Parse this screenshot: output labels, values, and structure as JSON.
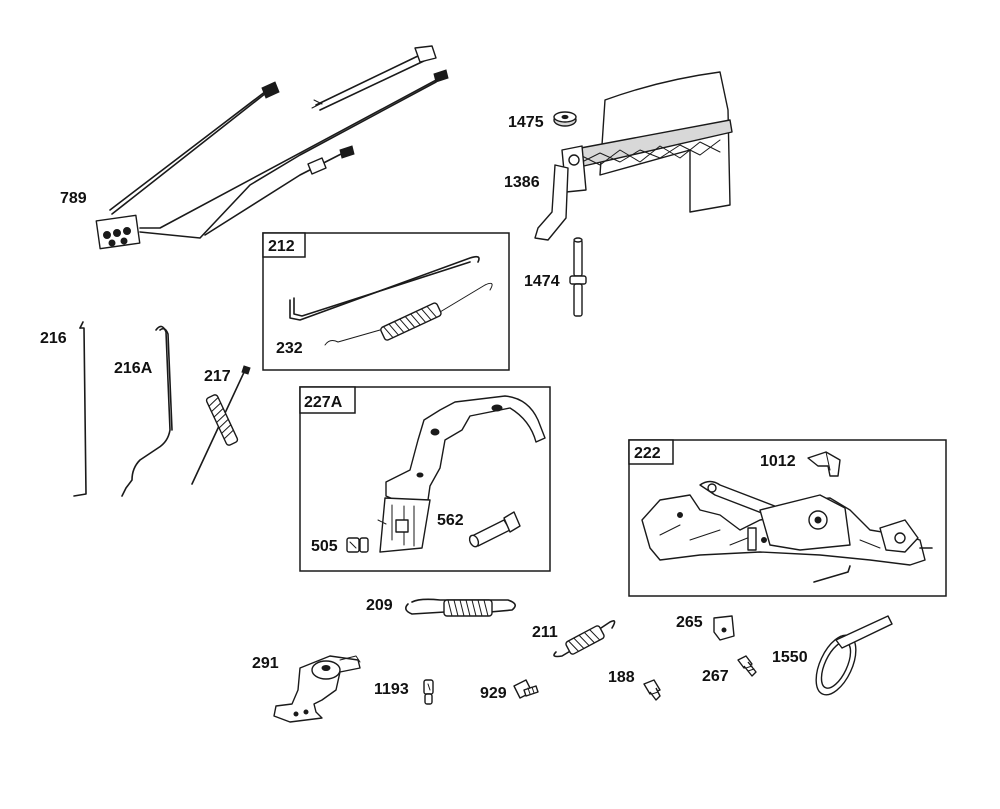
{
  "diagram": {
    "parts": {
      "p789": "789",
      "p1475": "1475",
      "p1386": "1386",
      "p1474": "1474",
      "p212": "212",
      "p232": "232",
      "p216": "216",
      "p216A": "216A",
      "p217": "217",
      "p227A": "227A",
      "p562": "562",
      "p505": "505",
      "p222": "222",
      "p1012": "1012",
      "p209": "209",
      "p211": "211",
      "p265": "265",
      "p1550": "1550",
      "p267": "267",
      "p291": "291",
      "p1193": "1193",
      "p929": "929",
      "p188": "188"
    }
  }
}
